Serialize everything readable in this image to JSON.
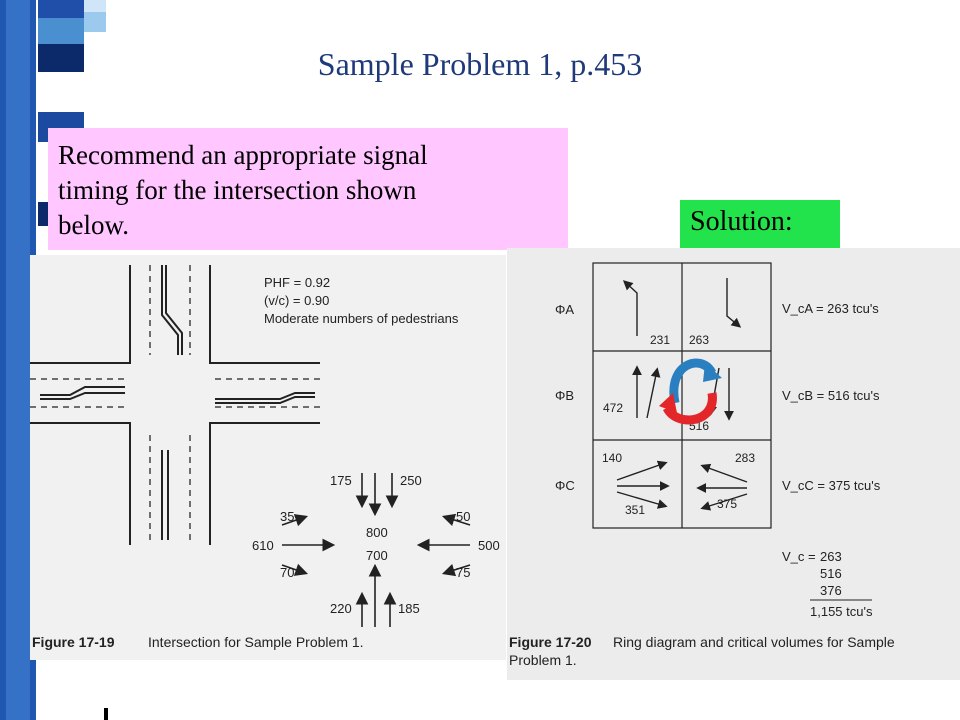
{
  "slide": {
    "title": "Sample Problem 1, p.453",
    "prompt_lines": [
      "Recommend an appropriate signal",
      "timing for the intersection shown",
      "below."
    ],
    "solution_label": "Solution:"
  },
  "left_figure": {
    "conditions": [
      "PHF = 0.92",
      "(v/c) = 0.90",
      "Moderate numbers of pedestrians"
    ],
    "volumes": {
      "south_bound_left": "175",
      "south_bound_right": "250",
      "south_bound_through": "800",
      "west_bound_left": "50",
      "west_bound_through": "500",
      "west_bound_right": "75",
      "north_bound_through": "700",
      "north_bound_left": "220",
      "north_bound_right": "185",
      "east_bound_left": "35",
      "east_bound_through": "610",
      "east_bound_right": "70"
    },
    "caption_label": "Figure 17-19",
    "caption_text": "Intersection for Sample Problem 1."
  },
  "right_figure": {
    "phases": [
      "ΦA",
      "ΦB",
      "ΦC"
    ],
    "cell_values": {
      "a1": "231",
      "a2": "263",
      "b1": "472",
      "b2": "516",
      "c1_top": "140",
      "c1_bottom": "351",
      "c2_top": "283",
      "c2_bottom": "375"
    },
    "critical": {
      "a": "V_cA = 263 tcu's",
      "b": "V_cB = 516 tcu's",
      "c": "V_cC = 375 tcu's"
    },
    "sum_label": "V_c =",
    "sum_values": [
      "263",
      "516",
      "376"
    ],
    "sum_total": "1,155 tcu's",
    "caption_label": "Figure 17-20",
    "caption_text_line1": "Ring diagram and critical volumes for Sample",
    "caption_text_line2": "Problem 1."
  },
  "colors": {
    "title": "#1f3a7a",
    "prompt_bg": "#ffc6ff",
    "solution_bg": "#22e34b",
    "arrow_blue": "#2a7fc0",
    "arrow_red": "#e3262a"
  }
}
